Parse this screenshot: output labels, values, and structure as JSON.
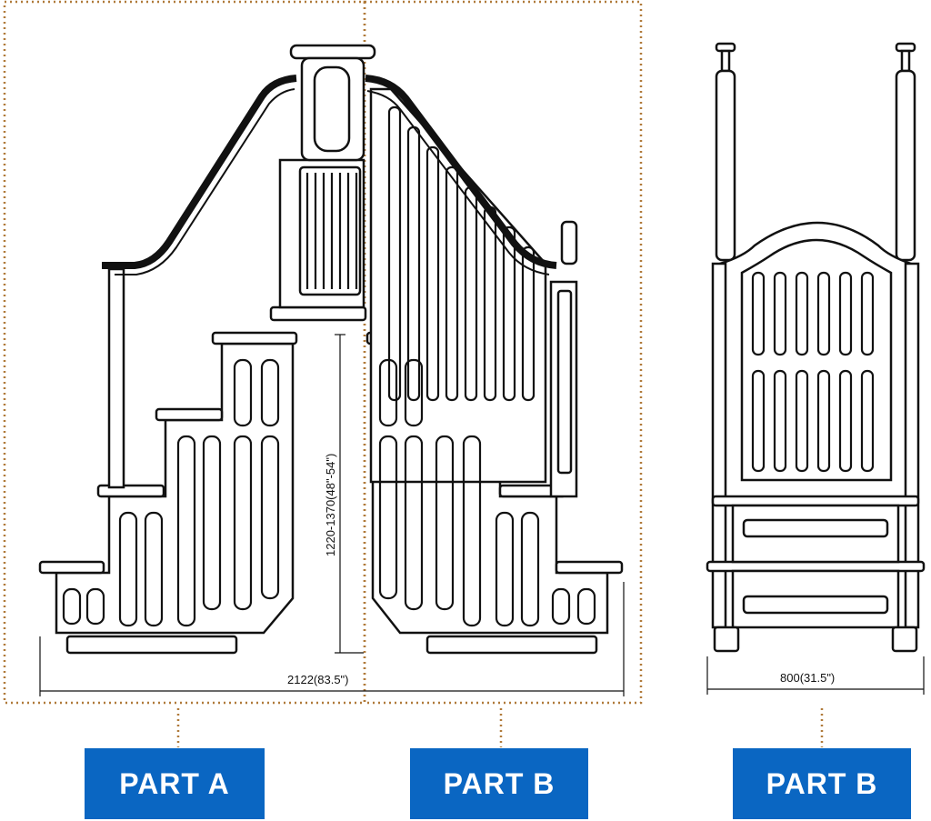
{
  "colors": {
    "label_bg": "#0a66c2",
    "label_text": "#ffffff",
    "dotted_guide": "#b07a3a",
    "line": "#111111"
  },
  "labels": {
    "part_a": "PART A",
    "part_b_side": "PART B",
    "part_b_front": "PART B"
  },
  "dimensions": {
    "height_range": "1220-1370(48\"-54\")",
    "total_width": "2122(83.5\")",
    "front_width": "800(31.5\")"
  }
}
